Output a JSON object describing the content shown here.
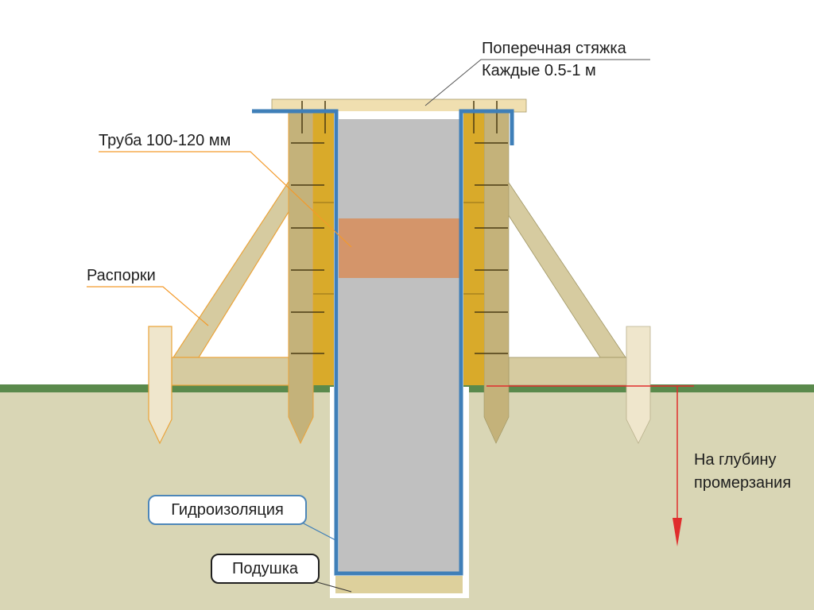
{
  "labels": {
    "cross_tie_line1": "Поперечная стяжка",
    "cross_tie_line2": "Каждые 0.5-1 м",
    "pipe": "Труба 100-120 мм",
    "struts": "Распорки",
    "freeze_depth_line1": "На глубину",
    "freeze_depth_line2": "промерзания",
    "waterproofing": "Гидроизоляция",
    "cushion": "Подушка"
  },
  "colors": {
    "soil": "#d9d6b5",
    "grass": "#5a8a4c",
    "concrete": "#c0c0c0",
    "pipe": "#d4956a",
    "formwork_board": "#d9aa2a",
    "post": "#c4b27a",
    "strut": "#d6cba0",
    "cross_tie": "#f0dfb0",
    "stake": "#efe6cc",
    "waterproofing": "#3f7fb8",
    "leader_orange": "#f39a2b",
    "depth_arrow": "#e02d2d",
    "cushion": "#ddd09c"
  }
}
